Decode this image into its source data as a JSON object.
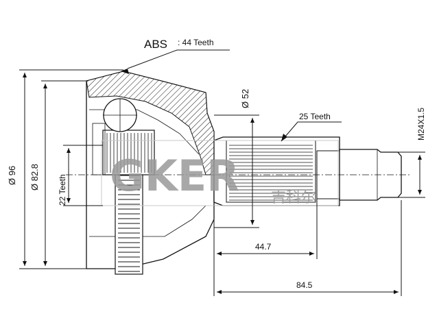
{
  "labels": {
    "abs": "ABS",
    "abs_teeth": ": 44 Teeth",
    "spline_teeth": "25 Teeth",
    "inner_teeth": "22 Teeth",
    "thread": "M24X1.5",
    "dia_outer": "Ø 96",
    "dia_mid": "Ø 82.8",
    "dia_seal": "Ø 52",
    "len_short": "44.7",
    "len_total": "84.5"
  },
  "watermark": {
    "brand": "GKER",
    "chinese": "吉科尔"
  }
}
